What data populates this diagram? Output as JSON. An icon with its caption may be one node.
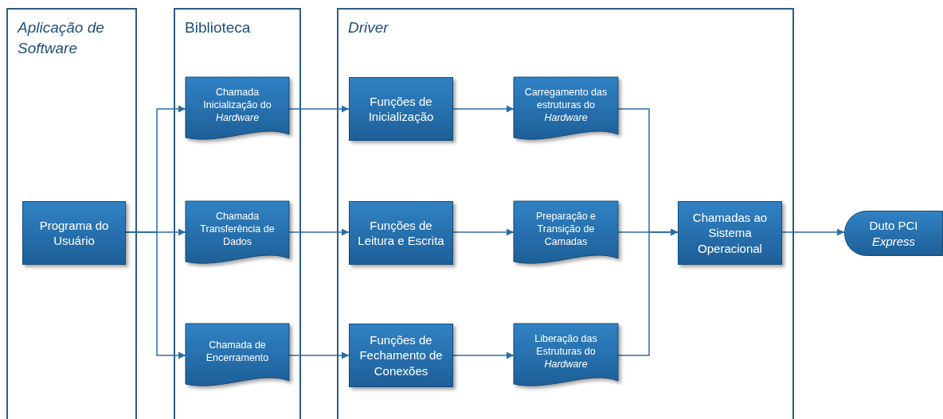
{
  "diagram": {
    "nodes": [
      {
        "text": [
          "Aplicação de Software"
        ]
      },
      {
        "text": [
          "Programa do Usuário"
        ],
        "in": 0
      },
      {
        "text": [
          "Biblioteca"
        ]
      },
      {
        "text": [
          "Chamada Inicialização do *Hardware*"
        ],
        "in": 2
      },
      {
        "text": [
          "Chamada Transferência de Dados"
        ],
        "in": 2
      },
      {
        "text": [
          "Chamada de Encerramento"
        ],
        "in": 2
      },
      {
        "text": [
          "Driver"
        ]
      },
      {
        "text": [
          "Funções de Inicialização"
        ],
        "in": 6
      },
      {
        "text": [
          "Carregamento das estruturas do *Hardware*"
        ],
        "in": 6
      },
      {
        "text": [
          "Funções de Leitura e Escrita"
        ],
        "in": 6
      },
      {
        "text": [
          "Preparação e Transição de Camadas"
        ],
        "in": 6
      },
      {
        "text": [
          "Funções de Fechamento de Conexões"
        ],
        "in": 6
      },
      {
        "text": [
          "Liberação das Estruturas do *Hardware*"
        ],
        "in": 6
      },
      {
        "text": [
          "Chamadas ao Sistema Operacional"
        ],
        "in": 6
      },
      {
        "text": [
          "Duto PCI *Express*"
        ]
      }
    ],
    "edges": [
      {
        "from": 1,
        "to": 3,
        "arrow": "to"
      },
      {
        "from": 1,
        "to": 4,
        "arrow": "to"
      },
      {
        "from": 1,
        "to": 5,
        "arrow": "to"
      },
      {
        "from": 3,
        "to": 7,
        "arrow": "to"
      },
      {
        "from": 4,
        "to": 9,
        "arrow": "to"
      },
      {
        "from": 5,
        "to": 11,
        "arrow": "to"
      },
      {
        "from": 7,
        "to": 8,
        "arrow": "to"
      },
      {
        "from": 9,
        "to": 10,
        "arrow": "to"
      },
      {
        "from": 11,
        "to": 12,
        "arrow": "to"
      },
      {
        "from": 8,
        "to": 13,
        "arrow": "to"
      },
      {
        "from": 10,
        "to": 13,
        "arrow": "to"
      },
      {
        "from": 12,
        "to": 13,
        "arrow": "to"
      },
      {
        "from": 13,
        "to": 14,
        "arrow": "to"
      }
    ]
  }
}
